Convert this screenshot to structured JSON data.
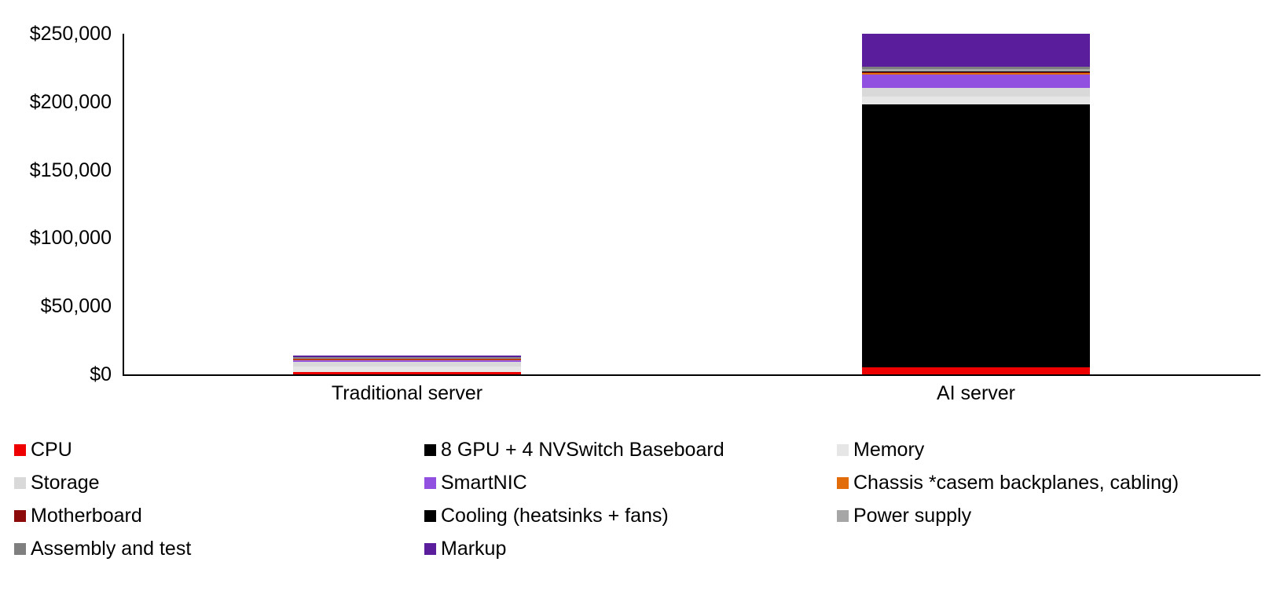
{
  "chart_data": {
    "type": "bar",
    "stacked": true,
    "categories": [
      "Traditional server",
      "AI server"
    ],
    "series": [
      {
        "name": "CPU",
        "color": "#ee0000",
        "values": [
          1700,
          5000
        ]
      },
      {
        "name": "8 GPU + 4 NVSwitch Baseboard",
        "color": "#000000",
        "values": [
          0,
          193000
        ]
      },
      {
        "name": "Memory",
        "color": "#e7e6e6",
        "values": [
          4000,
          6000
        ]
      },
      {
        "name": "Storage",
        "color": "#d9d9d9",
        "values": [
          3500,
          6000
        ]
      },
      {
        "name": "SmartNIC",
        "color": "#9150e0",
        "values": [
          1200,
          10000
        ]
      },
      {
        "name": "Chassis *casem backplanes, cabling)",
        "color": "#e36c0a",
        "values": [
          400,
          1200
        ]
      },
      {
        "name": "Motherboard",
        "color": "#8c0a0a",
        "values": [
          500,
          500
        ]
      },
      {
        "name": "Cooling (heatsinks + fans)",
        "color": "#000000",
        "values": [
          300,
          800
        ]
      },
      {
        "name": "Power supply",
        "color": "#a6a6a6",
        "values": [
          500,
          1500
        ]
      },
      {
        "name": "Assembly and test",
        "color": "#7f7f7f",
        "values": [
          600,
          2000
        ]
      },
      {
        "name": "Markup",
        "color": "#5a1d9c",
        "values": [
          1300,
          24000
        ]
      }
    ],
    "ylim": [
      0,
      250000
    ],
    "y_tick_step": 50000,
    "y_tick_labels": [
      "$0",
      "$50,000",
      "$100,000",
      "$150,000",
      "$200,000",
      "$250,000"
    ],
    "xlabel": "",
    "ylabel": "",
    "grid": false,
    "legend_position": "bottom",
    "legend_columns": 3,
    "bar_totals": [
      14000,
      250000
    ]
  }
}
